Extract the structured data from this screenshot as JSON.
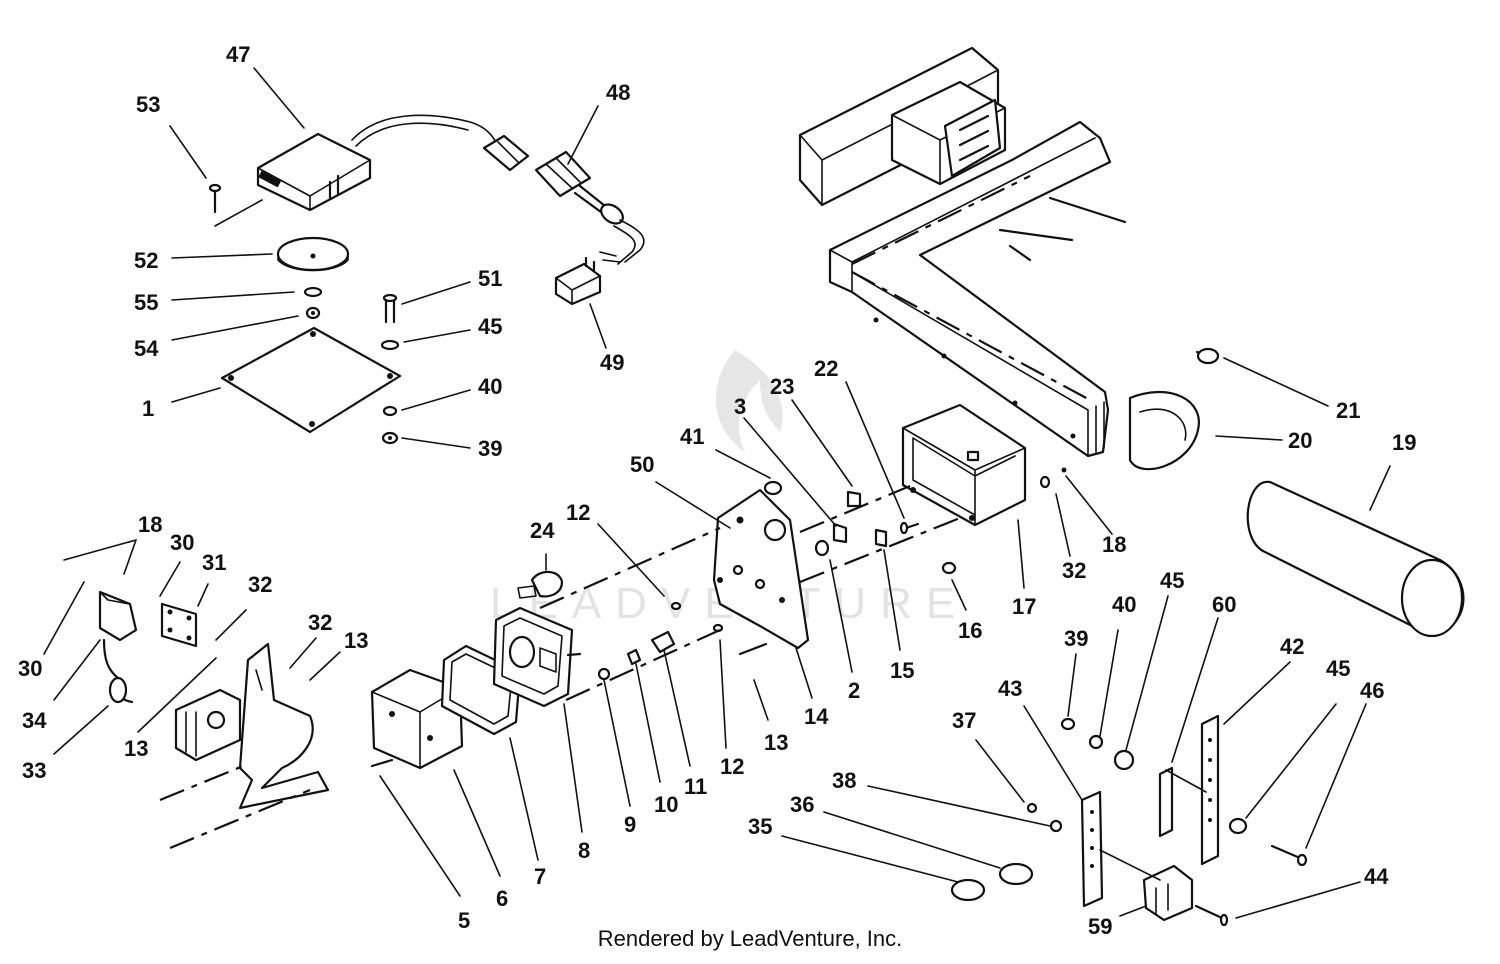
{
  "diagram": {
    "watermark": "LEADVENTURE",
    "labels": {
      "n1": "1",
      "n2": "2",
      "n3": "3",
      "n5": "5",
      "n6": "6",
      "n7": "7",
      "n8": "8",
      "n9": "9",
      "n10": "10",
      "n11": "11",
      "n12a": "12",
      "n12b": "12",
      "n13a": "13",
      "n13b": "13",
      "n13c": "13",
      "n14": "14",
      "n15": "15",
      "n16": "16",
      "n17": "17",
      "n18a": "18",
      "n18b": "18",
      "n19": "19",
      "n20": "20",
      "n21": "21",
      "n22": "22",
      "n23": "23",
      "n24": "24",
      "n30a": "30",
      "n30b": "30",
      "n31": "31",
      "n32a": "32",
      "n32b": "32",
      "n32c": "32",
      "n33": "33",
      "n34": "34",
      "n35": "35",
      "n36": "36",
      "n37": "37",
      "n38": "38",
      "n39a": "39",
      "n39b": "39",
      "n40a": "40",
      "n40b": "40",
      "n41": "41",
      "n42": "42",
      "n43": "43",
      "n44": "44",
      "n45a": "45",
      "n45b": "45",
      "n45c": "45",
      "n46": "46",
      "n47": "47",
      "n48": "48",
      "n49": "49",
      "n50": "50",
      "n51": "51",
      "n52": "52",
      "n53": "53",
      "n54": "54",
      "n55": "55",
      "n59": "59",
      "n60": "60"
    }
  },
  "footer": {
    "text": "Rendered by LeadVenture, Inc."
  }
}
